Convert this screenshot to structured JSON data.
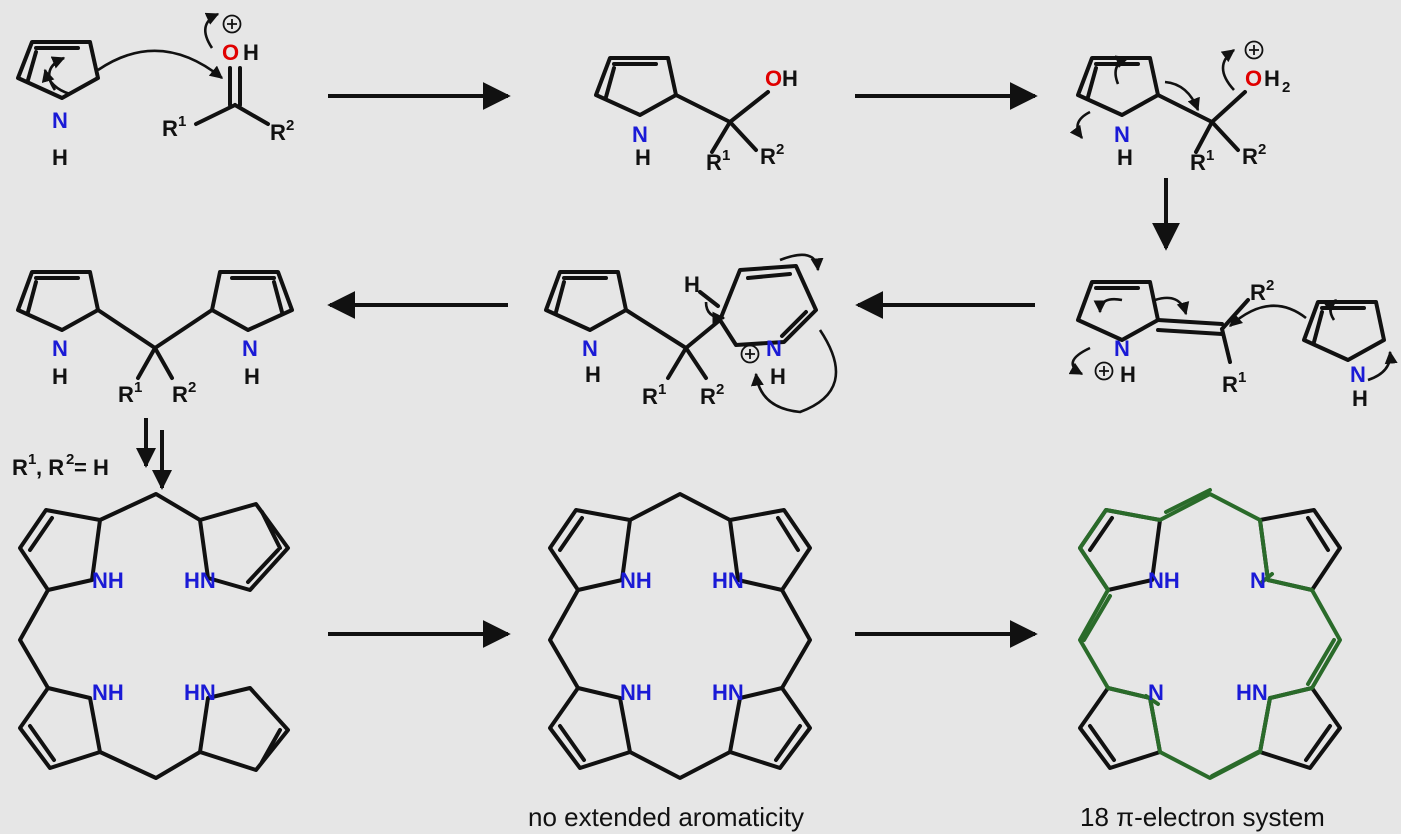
{
  "atoms": {
    "N": "N",
    "H": "H",
    "NH": "NH",
    "HN": "HN",
    "O": "O",
    "R": "R",
    "one": "1",
    "two": "2",
    "plus": "+"
  },
  "condition": {
    "label": "R",
    "sup1": "1",
    "mid": ", R",
    "sup2": "2",
    "tail": " = H"
  },
  "captions": {
    "porphyrinogen": "no extended aromaticity",
    "porphyrin_pi": "18 ",
    "pi_symbol": "π",
    "porphyrin_rest": "-electron system"
  },
  "colors": {
    "nitrogen": "#1a1ad6",
    "oxygen": "#e00000",
    "conjugation": "#2a6b2a",
    "background": "#e6e6e6"
  }
}
